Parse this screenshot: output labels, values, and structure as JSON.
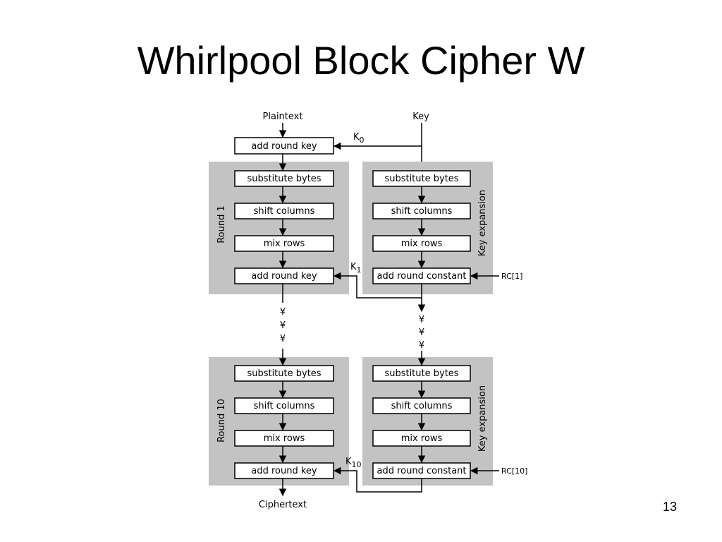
{
  "title": "Whirlpool Block Cipher W",
  "slide_number": "13",
  "diagram": {
    "inputs": {
      "plaintext": "Plaintext",
      "key": "Key"
    },
    "output": "Ciphertext",
    "initial_step": "add round key",
    "key_labels": {
      "k0_base": "K",
      "k0_sub": "0",
      "k1_base": "K",
      "k1_sub": "1",
      "k10_base": "K",
      "k10_sub": "10"
    },
    "rounds": [
      {
        "label": "Round 1",
        "steps": [
          "substitute bytes",
          "shift columns",
          "mix rows",
          "add round key"
        ],
        "key_expansion_label": "Key expansion",
        "key_steps": [
          "substitute bytes",
          "shift columns",
          "mix rows",
          "add round constant"
        ],
        "round_constant": "RC[1]"
      },
      {
        "label": "Round 10",
        "steps": [
          "substitute bytes",
          "shift columns",
          "mix rows",
          "add round key"
        ],
        "key_expansion_label": "Key expansion",
        "key_steps": [
          "substitute bytes",
          "shift columns",
          "mix rows",
          "add round constant"
        ],
        "round_constant": "RC[10]"
      }
    ],
    "ellipsis_mark": "¥"
  }
}
